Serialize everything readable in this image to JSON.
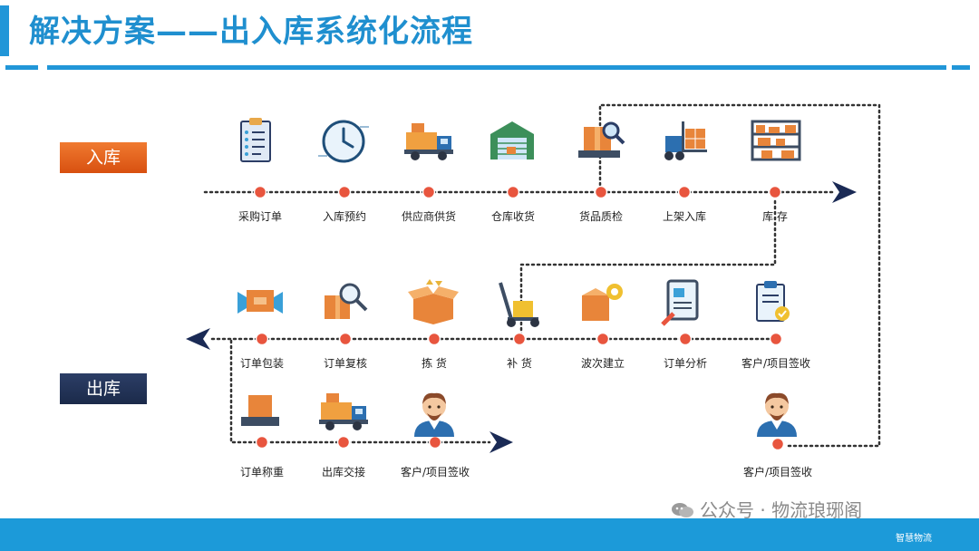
{
  "title": "解决方案——出入库系统化流程",
  "sections": {
    "inbound": "入库",
    "outbound": "出库"
  },
  "inbound_steps": [
    "采购订单",
    "入库预约",
    "供应商供货",
    "仓库收货",
    "货品质检",
    "上架入库",
    "库  存"
  ],
  "outbound_steps_row1": [
    "订单包装",
    "订单复核",
    "拣  货",
    "补  货",
    "波次建立",
    "订单分析",
    "客户/项目签收"
  ],
  "outbound_steps_row2": [
    "订单称重",
    "出库交接",
    "客户/项目签收"
  ],
  "return_step": "客户/项目签收",
  "icons": {
    "inbound": [
      "clipboard-checklist-icon",
      "clock-icon",
      "delivery-truck-icon",
      "warehouse-icon",
      "package-inspection-icon",
      "forklift-icon",
      "storage-shelf-icon"
    ],
    "outbound_row1": [
      "package-wrap-icon",
      "package-magnifier-icon",
      "open-box-icon",
      "hand-truck-icon",
      "box-gear-icon",
      "document-analysis-icon",
      "clipboard-sign-icon"
    ],
    "outbound_row2": [
      "scale-icon",
      "delivery-truck-icon",
      "customer-avatar-icon"
    ],
    "return": "customer-avatar-icon"
  },
  "colors": {
    "accent": "#1f8fcf",
    "dot": "#e8553e",
    "arrow": "#1a2a55",
    "inbound_badge": "#e8651f",
    "outbound_badge": "#1f2f52"
  },
  "watermark": "公众号 · 物流琅琊阁",
  "brand": "智慧物流"
}
